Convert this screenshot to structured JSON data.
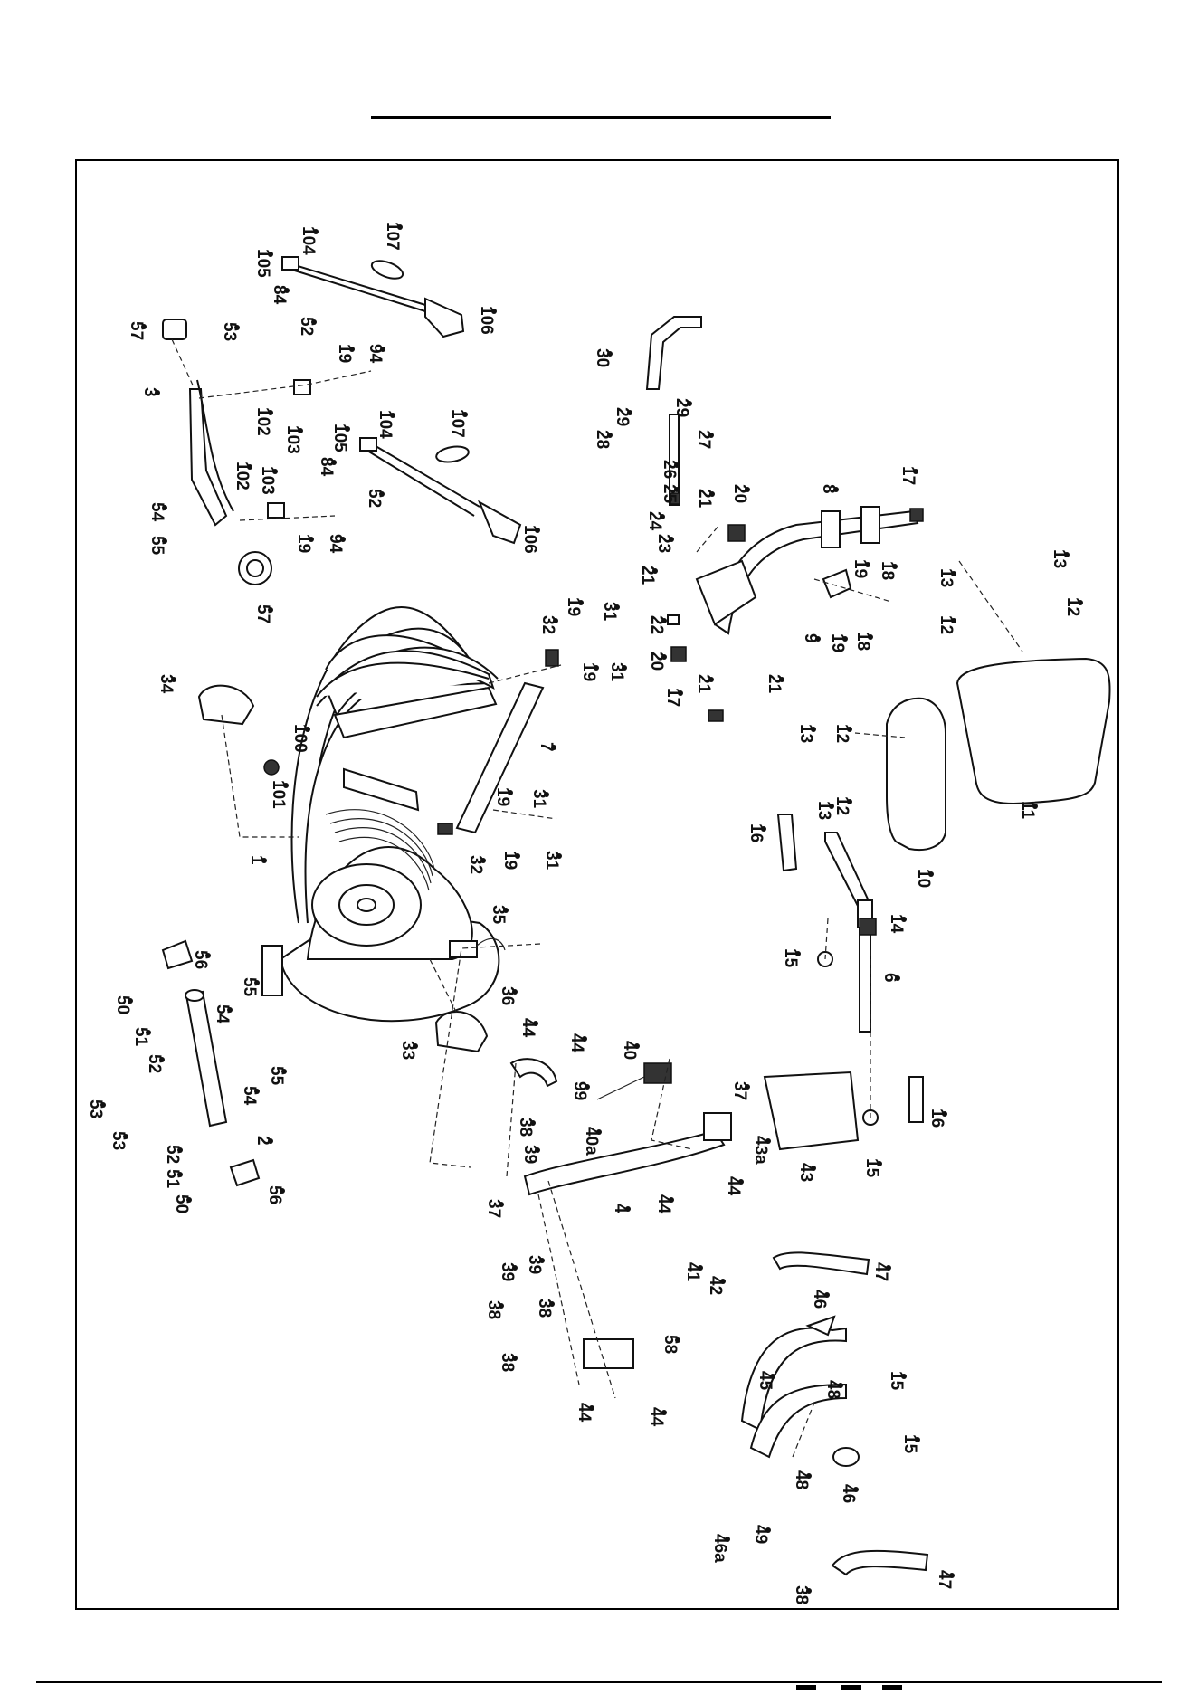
{
  "diagram": {
    "type": "exploded-parts-view",
    "labels": [
      {
        "id": "p104a",
        "text": "104"
      },
      {
        "id": "p107a",
        "text": "107"
      },
      {
        "id": "p105a",
        "text": "105"
      },
      {
        "id": "p84a",
        "text": "84"
      },
      {
        "id": "p52a",
        "text": "52"
      },
      {
        "id": "p106a",
        "text": "106"
      },
      {
        "id": "p57a",
        "text": "57"
      },
      {
        "id": "p53a",
        "text": "53"
      },
      {
        "id": "p3",
        "text": "3"
      },
      {
        "id": "p19a",
        "text": "19"
      },
      {
        "id": "p94a",
        "text": "94"
      },
      {
        "id": "p102a",
        "text": "102"
      },
      {
        "id": "p103a",
        "text": "103"
      },
      {
        "id": "p104b",
        "text": "104"
      },
      {
        "id": "p107b",
        "text": "107"
      },
      {
        "id": "p105b",
        "text": "105"
      },
      {
        "id": "p84b",
        "text": "84"
      },
      {
        "id": "p52b",
        "text": "52"
      },
      {
        "id": "p102b",
        "text": "102"
      },
      {
        "id": "p103b",
        "text": "103"
      },
      {
        "id": "p54a",
        "text": "54"
      },
      {
        "id": "p55a",
        "text": "55"
      },
      {
        "id": "p19b",
        "text": "19"
      },
      {
        "id": "p94b",
        "text": "94"
      },
      {
        "id": "p106b",
        "text": "106"
      },
      {
        "id": "p57b",
        "text": "57"
      },
      {
        "id": "p30",
        "text": "30"
      },
      {
        "id": "p29a",
        "text": "29"
      },
      {
        "id": "p29b",
        "text": "29"
      },
      {
        "id": "p28",
        "text": "28"
      },
      {
        "id": "p27",
        "text": "27"
      },
      {
        "id": "p26",
        "text": "26"
      },
      {
        "id": "p25",
        "text": "25"
      },
      {
        "id": "p24",
        "text": "24"
      },
      {
        "id": "p23",
        "text": "23"
      },
      {
        "id": "p21a",
        "text": "21"
      },
      {
        "id": "p20a",
        "text": "20"
      },
      {
        "id": "p8",
        "text": "8"
      },
      {
        "id": "p17a",
        "text": "17"
      },
      {
        "id": "p21b",
        "text": "21"
      },
      {
        "id": "p22",
        "text": "22"
      },
      {
        "id": "p20b",
        "text": "20"
      },
      {
        "id": "p21c",
        "text": "21"
      },
      {
        "id": "p21d",
        "text": "21"
      },
      {
        "id": "p19c",
        "text": "19"
      },
      {
        "id": "p18a",
        "text": "18"
      },
      {
        "id": "p9",
        "text": "9"
      },
      {
        "id": "p19d",
        "text": "19"
      },
      {
        "id": "p18b",
        "text": "18"
      },
      {
        "id": "p17b",
        "text": "17"
      },
      {
        "id": "p13a",
        "text": "13"
      },
      {
        "id": "p13b",
        "text": "13"
      },
      {
        "id": "p12a",
        "text": "12"
      },
      {
        "id": "p12b",
        "text": "12"
      },
      {
        "id": "p11",
        "text": "11"
      },
      {
        "id": "p32a",
        "text": "32"
      },
      {
        "id": "p19e",
        "text": "19"
      },
      {
        "id": "p31a",
        "text": "31"
      },
      {
        "id": "p19f",
        "text": "19"
      },
      {
        "id": "p31b",
        "text": "31"
      },
      {
        "id": "p34",
        "text": "34"
      },
      {
        "id": "p100",
        "text": "100"
      },
      {
        "id": "p101",
        "text": "101"
      },
      {
        "id": "p7",
        "text": "7"
      },
      {
        "id": "p19g",
        "text": "19"
      },
      {
        "id": "p31c",
        "text": "31"
      },
      {
        "id": "p32b",
        "text": "32"
      },
      {
        "id": "p19h",
        "text": "19"
      },
      {
        "id": "p31d",
        "text": "31"
      },
      {
        "id": "p1",
        "text": "1"
      },
      {
        "id": "p13c",
        "text": "13"
      },
      {
        "id": "p12c",
        "text": "12"
      },
      {
        "id": "p13d",
        "text": "13"
      },
      {
        "id": "p12d",
        "text": "12"
      },
      {
        "id": "p10",
        "text": "10"
      },
      {
        "id": "p16a",
        "text": "16"
      },
      {
        "id": "p14",
        "text": "14"
      },
      {
        "id": "p15a",
        "text": "15"
      },
      {
        "id": "p6",
        "text": "6"
      },
      {
        "id": "p35",
        "text": "35"
      },
      {
        "id": "p36",
        "text": "36"
      },
      {
        "id": "p33",
        "text": "33"
      },
      {
        "id": "p56a",
        "text": "56"
      },
      {
        "id": "p55b",
        "text": "55"
      },
      {
        "id": "p54b",
        "text": "54"
      },
      {
        "id": "p50a",
        "text": "50"
      },
      {
        "id": "p51a",
        "text": "51"
      },
      {
        "id": "p52c",
        "text": "52"
      },
      {
        "id": "p55c",
        "text": "55"
      },
      {
        "id": "p54c",
        "text": "54"
      },
      {
        "id": "p53b",
        "text": "53"
      },
      {
        "id": "p53c",
        "text": "53"
      },
      {
        "id": "p2",
        "text": "2"
      },
      {
        "id": "p52d",
        "text": "52"
      },
      {
        "id": "p51b",
        "text": "51"
      },
      {
        "id": "p50b",
        "text": "50"
      },
      {
        "id": "p56b",
        "text": "56"
      },
      {
        "id": "p44a",
        "text": "44"
      },
      {
        "id": "p44b",
        "text": "44"
      },
      {
        "id": "p99",
        "text": "99"
      },
      {
        "id": "p40",
        "text": "40"
      },
      {
        "id": "p40a",
        "text": "40a"
      },
      {
        "id": "p37a",
        "text": "37"
      },
      {
        "id": "p43",
        "text": "43"
      },
      {
        "id": "p43a",
        "text": "43a"
      },
      {
        "id": "p16b",
        "text": "16"
      },
      {
        "id": "p15b",
        "text": "15"
      },
      {
        "id": "p38a",
        "text": "38"
      },
      {
        "id": "p39a",
        "text": "39"
      },
      {
        "id": "p37b",
        "text": "37"
      },
      {
        "id": "p4",
        "text": "4"
      },
      {
        "id": "p44c",
        "text": "44"
      },
      {
        "id": "p44d",
        "text": "44"
      },
      {
        "id": "p41",
        "text": "41"
      },
      {
        "id": "p42",
        "text": "42"
      },
      {
        "id": "p39b",
        "text": "39"
      },
      {
        "id": "p39c",
        "text": "39"
      },
      {
        "id": "p38b",
        "text": "38"
      },
      {
        "id": "p38c",
        "text": "38"
      },
      {
        "id": "p38d",
        "text": "38"
      },
      {
        "id": "p47a",
        "text": "47"
      },
      {
        "id": "p46a",
        "text": "46"
      },
      {
        "id": "p58",
        "text": "58"
      },
      {
        "id": "p15c",
        "text": "15"
      },
      {
        "id": "p48a",
        "text": "48"
      },
      {
        "id": "p45",
        "text": "45"
      },
      {
        "id": "p15d",
        "text": "15"
      },
      {
        "id": "p44e",
        "text": "44"
      },
      {
        "id": "p44f",
        "text": "44"
      },
      {
        "id": "p48b",
        "text": "48"
      },
      {
        "id": "p46b",
        "text": "46"
      },
      {
        "id": "p46a2",
        "text": "46a"
      },
      {
        "id": "p49",
        "text": "49"
      },
      {
        "id": "p38e",
        "text": "38"
      },
      {
        "id": "p47b",
        "text": "47"
      }
    ]
  }
}
